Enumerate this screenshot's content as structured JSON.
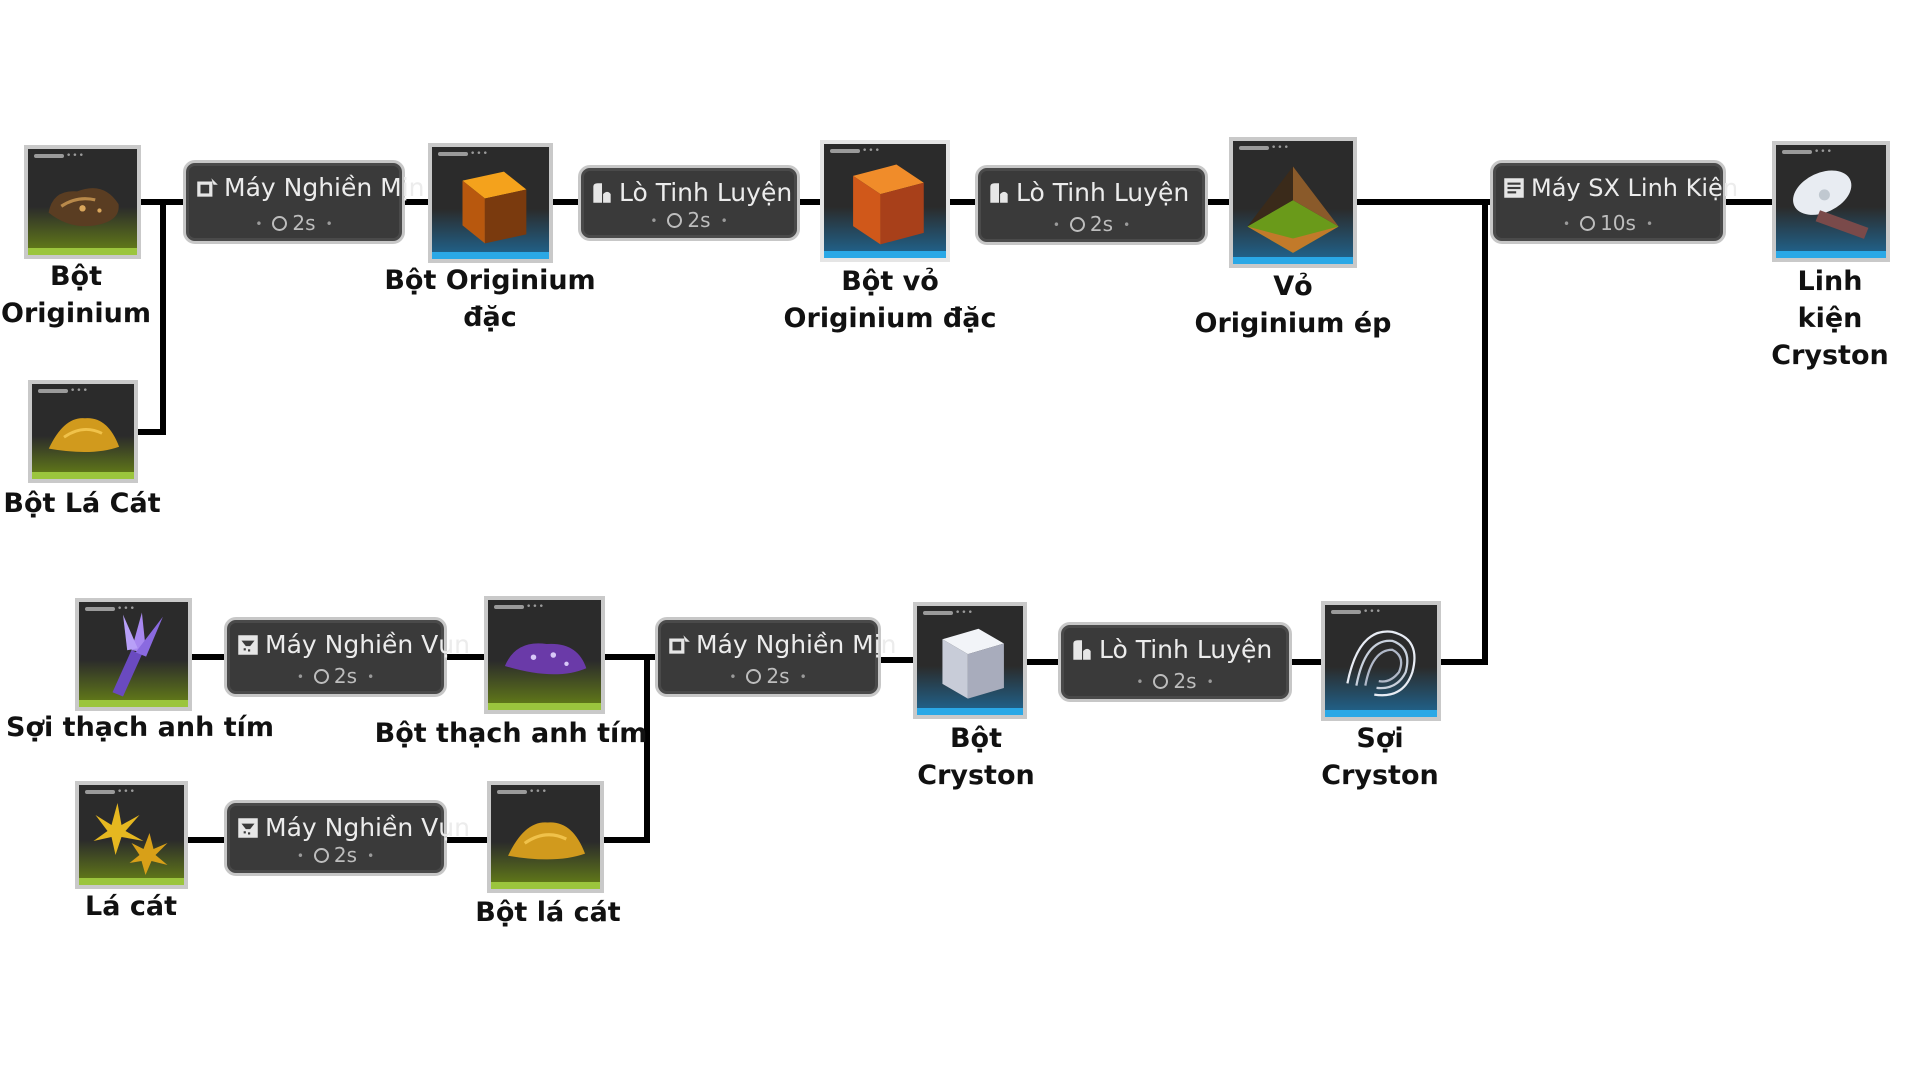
{
  "items": {
    "bot_originium": "Bột\nOriginium",
    "bot_la_cat_top": "Bột Lá Cát",
    "bot_originium_dac": "Bột Originium\nđặc",
    "bot_vo_originium_dac": "Bột vỏ\nOriginium đặc",
    "vo_originium_ep": "Vỏ\nOriginium ép",
    "linh_kien_cryston": "Linh kiện\nCryston",
    "soi_thach_anh_tim": "Sợi thạch anh tím",
    "bot_thach_anh_tim": "Bột thạch anh tím",
    "la_cat": "Lá cát",
    "bot_la_cat_bottom": "Bột lá cát",
    "bot_cryston": "Bột\nCryston",
    "soi_cryston": "Sợi\nCryston"
  },
  "machines": {
    "may_nghien_min_1": {
      "name": "Máy Nghiền Mịn",
      "time": "2s"
    },
    "lo_tinh_luyen_1": {
      "name": "Lò Tinh Luyện",
      "time": "2s"
    },
    "lo_tinh_luyen_2": {
      "name": "Lò Tinh Luyện",
      "time": "2s"
    },
    "may_sx_linh_kien": {
      "name": "Máy SX Linh Kiện",
      "time": "10s"
    },
    "may_nghien_vun_1": {
      "name": "Máy Nghiền Vụn",
      "time": "2s"
    },
    "may_nghien_vun_2": {
      "name": "Máy Nghiền Vụn",
      "time": "2s"
    },
    "may_nghien_min_2": {
      "name": "Máy Nghiền Mịn",
      "time": "2s"
    },
    "lo_tinh_luyen_3": {
      "name": "Lò Tinh Luyện",
      "time": "2s"
    }
  },
  "colors": {
    "rarity_green": "#9bc53d",
    "rarity_blue": "#2aa8e6",
    "connector": "#000000"
  }
}
